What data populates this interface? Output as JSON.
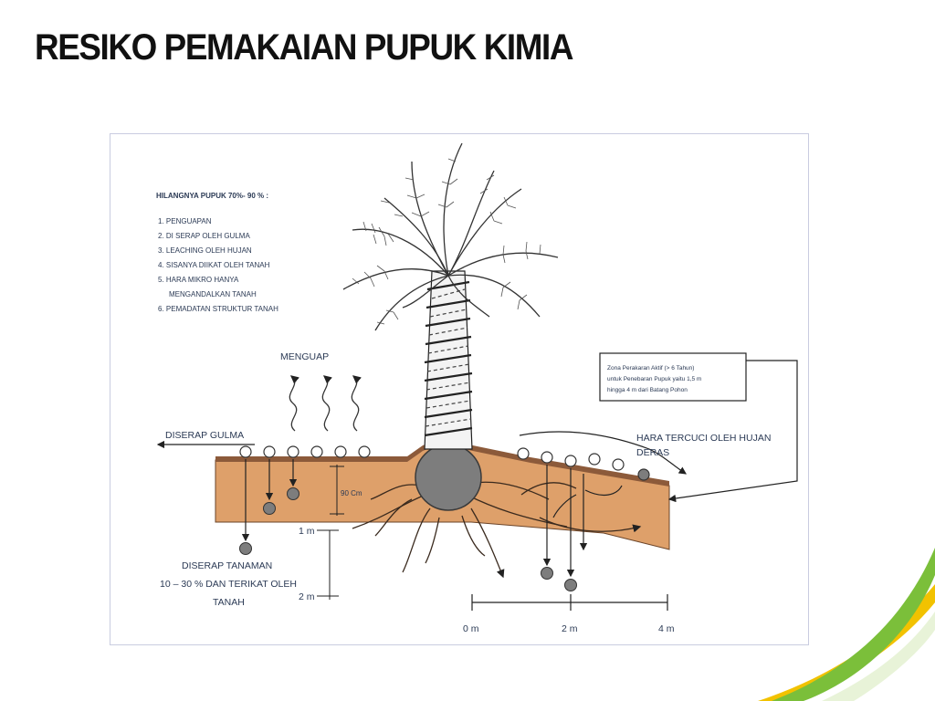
{
  "title": "RESIKO PEMAKAIAN PUPUK KIMIA",
  "colors": {
    "accent_green": "#7bbf3a",
    "accent_yellow": "#f2c200",
    "soil": "#dea06a",
    "soil_top": "#8c5a3a",
    "text": "#2b3a55"
  },
  "loss": {
    "heading": "HILANGNYA PUPUK 70%- 90 % :",
    "items": [
      "1. PENGUAPAN",
      "2. DI SERAP OLEH GULMA",
      "3. LEACHING OLEH HUJAN",
      "4. SISANYA DIIKAT OLEH TANAH",
      "5. HARA MIKRO HANYA",
      "MENGANDALKAN TANAH",
      "6. PEMADATAN STRUKTUR TANAH"
    ]
  },
  "labels": {
    "menguap": "MENGUAP",
    "diserap_gulma": "DISERAP GULMA",
    "hara_tercuci_1": "HARA TERCUCI OLEH HUJAN",
    "hara_tercuci_2": "DERAS",
    "depth_90": "90 Cm",
    "depth_1m": "1 m",
    "depth_2m": "2 m",
    "diserap_tanaman_1": "DISERAP TANAMAN",
    "diserap_tanaman_2": "10 – 30 % DAN TERIKAT OLEH",
    "diserap_tanaman_3": "TANAH"
  },
  "zone": {
    "line1": "Zona Perakaran Aktif (> 6 Tahun)",
    "line2": "untuk Penebaran Pupuk yaitu 1,5 m",
    "line3": "hingga 4 m dari Batang Pohon"
  },
  "scale": {
    "tick_0": "0 m",
    "tick_2": "2 m",
    "tick_4": "4 m"
  },
  "icons": [
    "palm-tree-icon",
    "root-ball-icon",
    "fertilizer-granule-icon",
    "evaporation-wave-icon",
    "arrow-icon"
  ]
}
